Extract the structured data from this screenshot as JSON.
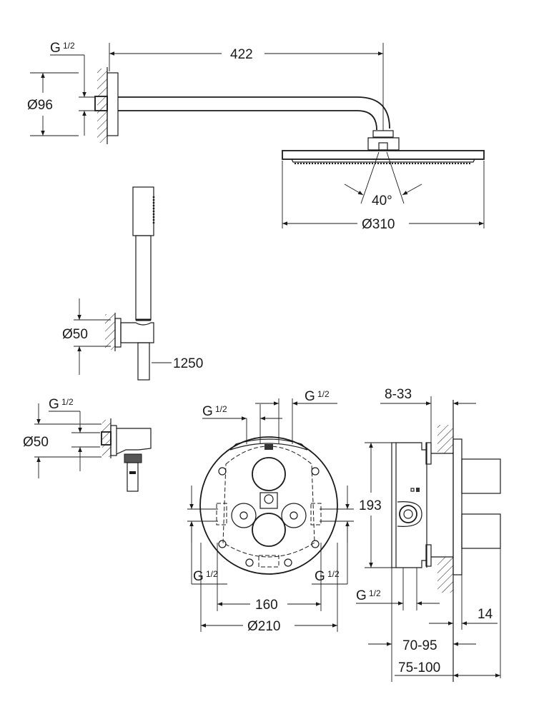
{
  "diagram": {
    "type": "technical dimension drawing",
    "subject": "Shower system with rain shower head, hand shower and concealed thermostat",
    "units": "mm",
    "colors": {
      "line": "#1a1a1a",
      "background": "#ffffff"
    }
  },
  "shower_arm": {
    "length_label": "422",
    "flange_diameter_label": "Ø96",
    "thread_label_main": "G",
    "thread_label_frac": "1/2"
  },
  "head_shower": {
    "diameter_label": "Ø310",
    "spray_angle_label": "40°"
  },
  "hand_shower": {
    "holder_diameter_label": "Ø50",
    "hose_length_label": "1250"
  },
  "wall_outlet": {
    "diameter_label": "Ø50",
    "thread_label_main": "G",
    "thread_label_frac": "1/2"
  },
  "thermostat_front": {
    "thread_top_left_main": "G",
    "thread_top_left_frac": "1/2",
    "thread_top_right_main": "G",
    "thread_top_right_frac": "1/2",
    "thread_bottom_left_main": "G",
    "thread_bottom_left_frac": "1/2",
    "thread_bottom_right_main": "G",
    "thread_bottom_right_frac": "1/2",
    "spacing_label": "160",
    "diameter_label": "Ø210"
  },
  "thermostat_side": {
    "height_label": "193",
    "wall_depth_label": "8-33",
    "thread_label_main": "G",
    "thread_label_frac": "1/2",
    "plate_thickness_label": "14",
    "depth_min_label": "70-95",
    "depth_max_label": "75-100"
  }
}
